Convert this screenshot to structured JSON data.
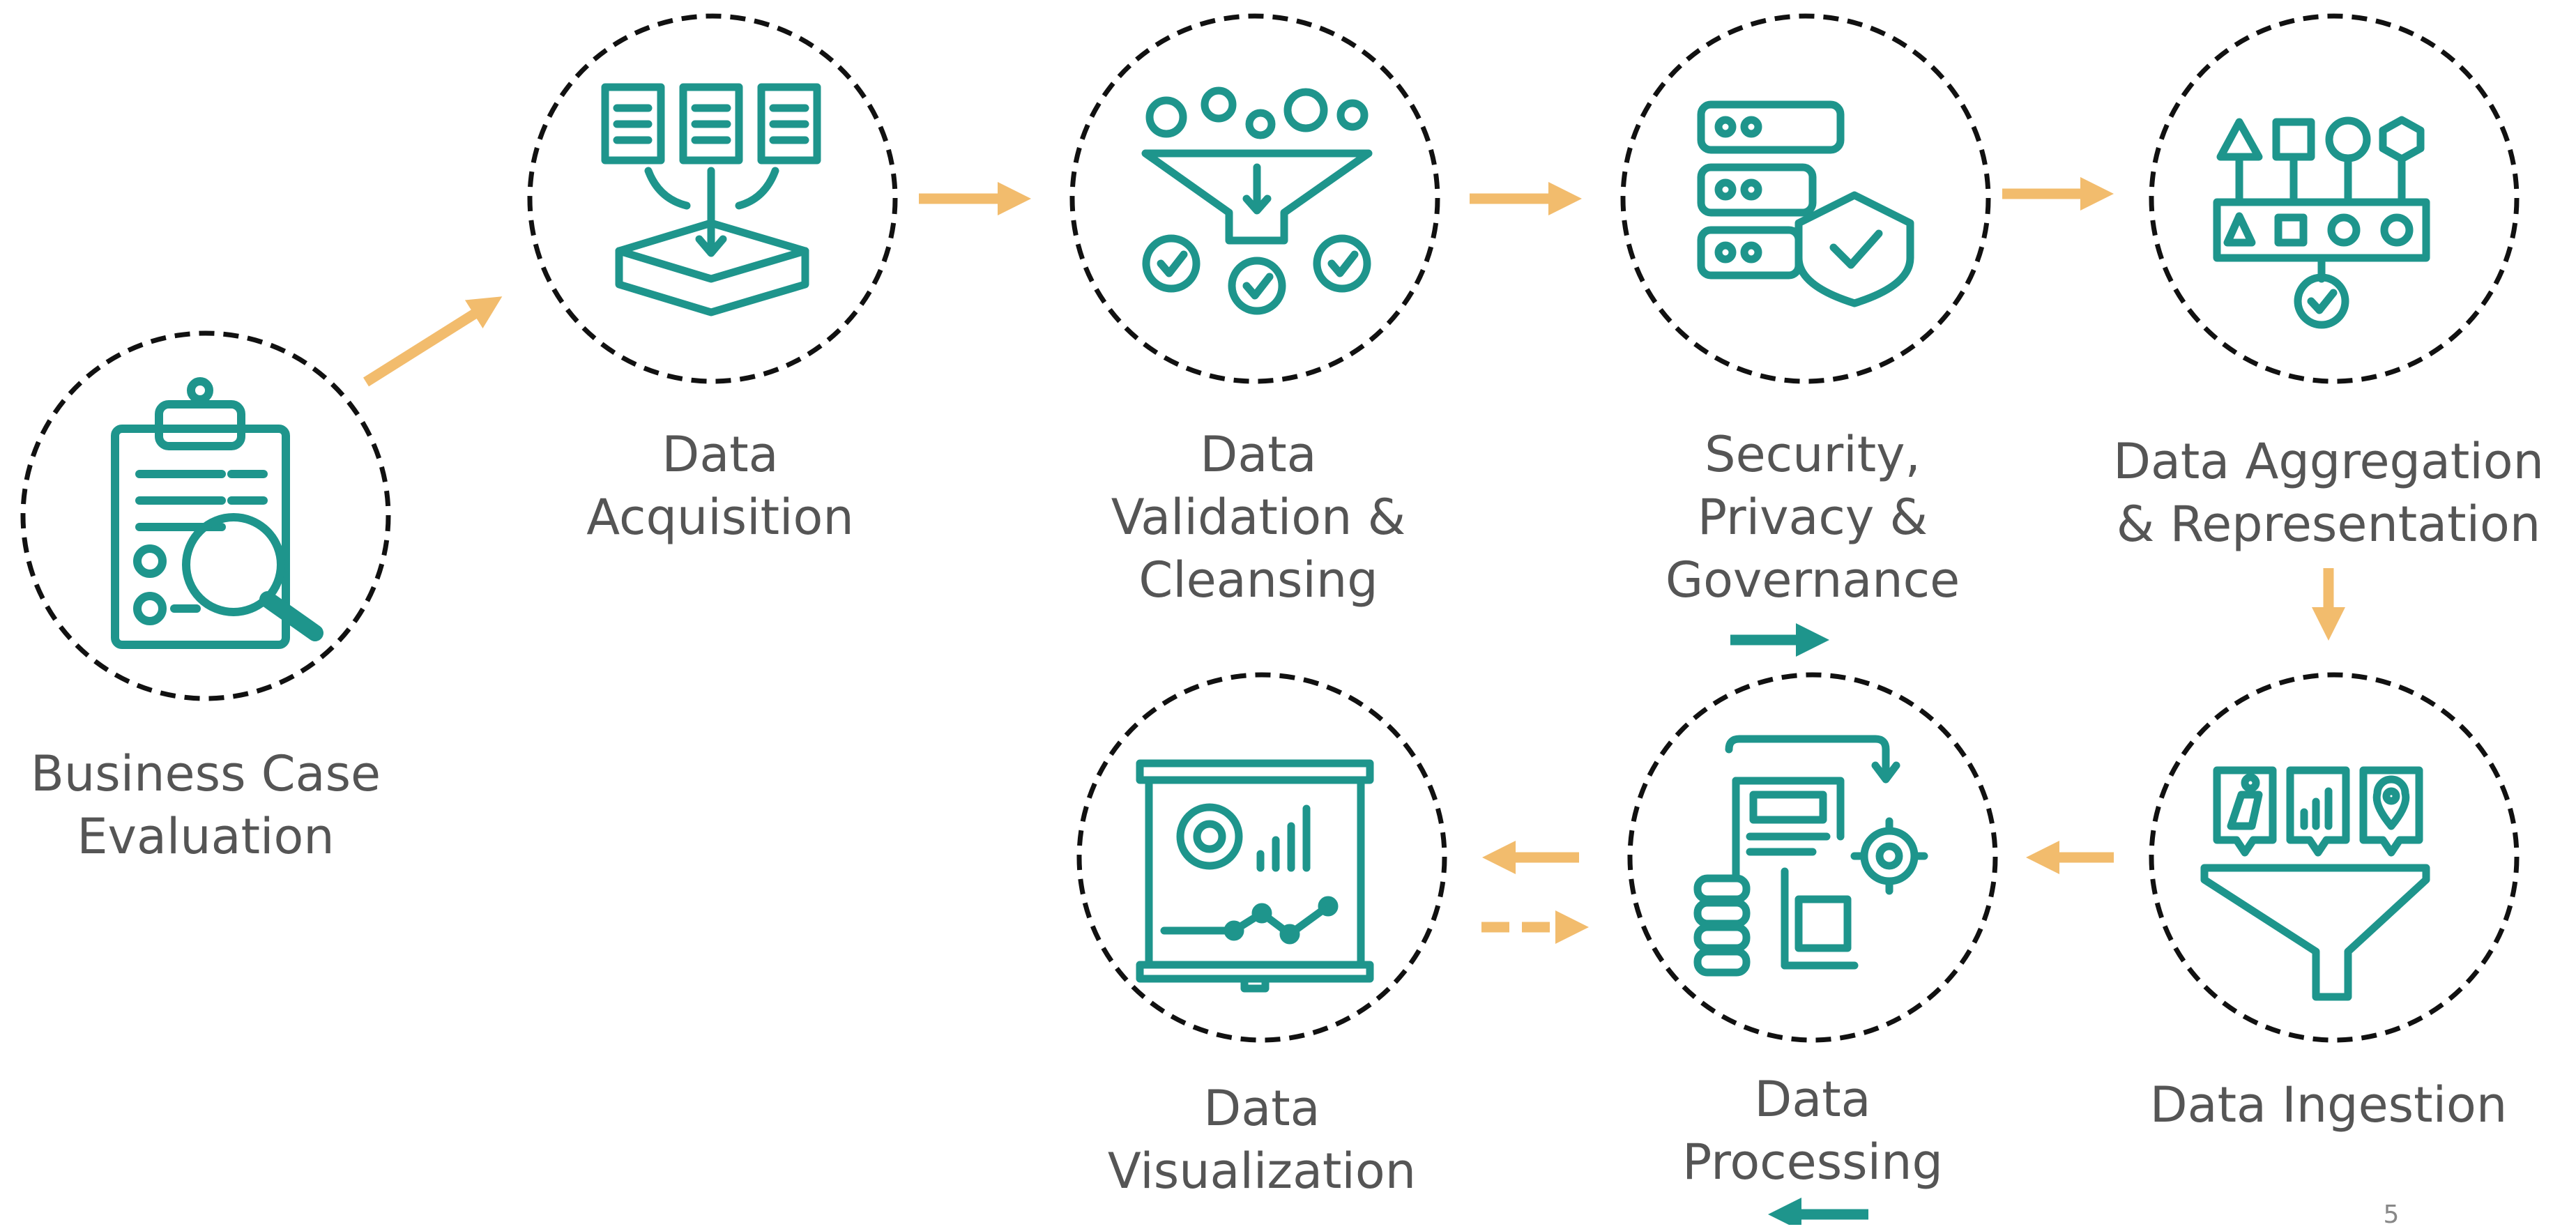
{
  "colors": {
    "teal": "#1e958c",
    "orange": "#f2bc6d",
    "label": "#555555",
    "border": "#111111"
  },
  "stages": [
    {
      "id": "business-case",
      "lines": [
        "Business Case",
        "Evaluation"
      ],
      "icon": "clipboard-magnifier-icon"
    },
    {
      "id": "acquisition",
      "lines": [
        "Data",
        "Acquisition"
      ],
      "icon": "documents-into-box-icon"
    },
    {
      "id": "validation",
      "lines": [
        "Data",
        "Validation &",
        "Cleansing"
      ],
      "icon": "funnel-check-icon"
    },
    {
      "id": "security",
      "lines": [
        "Security,",
        "Privacy &",
        "Governance"
      ],
      "icon": "server-shield-icon"
    },
    {
      "id": "aggregation",
      "lines": [
        "Data Aggregation",
        "& Representation"
      ],
      "icon": "shapes-hierarchy-icon"
    },
    {
      "id": "ingestion",
      "lines": [
        "Data Ingestion"
      ],
      "icon": "cards-into-funnel-icon"
    },
    {
      "id": "processing",
      "lines": [
        "Data",
        "Processing"
      ],
      "icon": "document-gear-database-icon"
    },
    {
      "id": "visualization",
      "lines": [
        "Data",
        "Visualization"
      ],
      "icon": "presentation-board-icon"
    }
  ],
  "page_number": "5"
}
